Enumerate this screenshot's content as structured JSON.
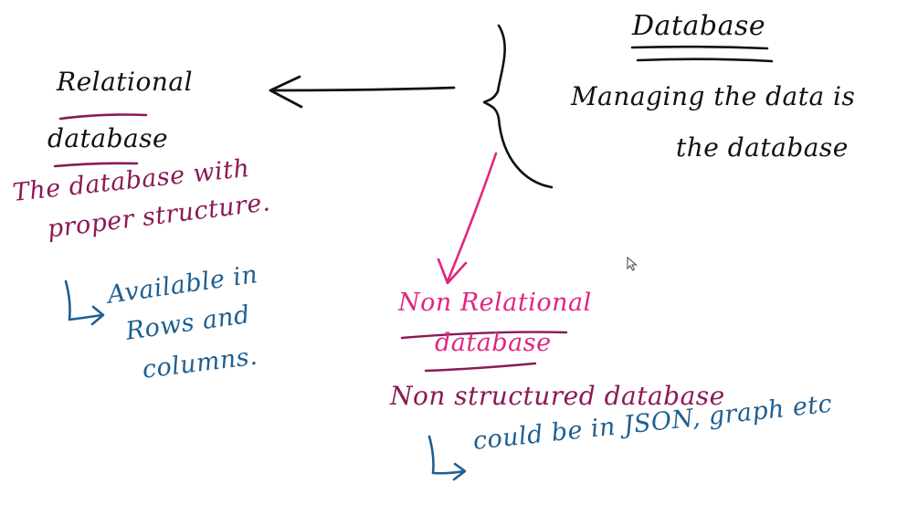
{
  "database": {
    "title": "Database",
    "description_line1": "Managing the data is",
    "description_line2": "the database"
  },
  "relational": {
    "title_line1": "Relational",
    "title_line2": "database",
    "definition_line1": "The database with",
    "definition_line2": "proper structure.",
    "note_line1": "Available in",
    "note_line2": "Rows and",
    "note_line3": "columns."
  },
  "non_relational": {
    "title_line1": "Non Relational",
    "title_line2": "database",
    "definition": "Non structured database",
    "note": "could be in JSON, graph etc"
  },
  "colors": {
    "black_ink": "#111111",
    "maroon_ink": "#8a1a55",
    "pink_ink": "#e0267f",
    "blue_ink": "#1f5f91"
  },
  "icons": [
    "left-arrow-icon",
    "brace-icon",
    "down-arrow-icon",
    "hook-arrow-icon",
    "mouse-cursor-icon"
  ]
}
